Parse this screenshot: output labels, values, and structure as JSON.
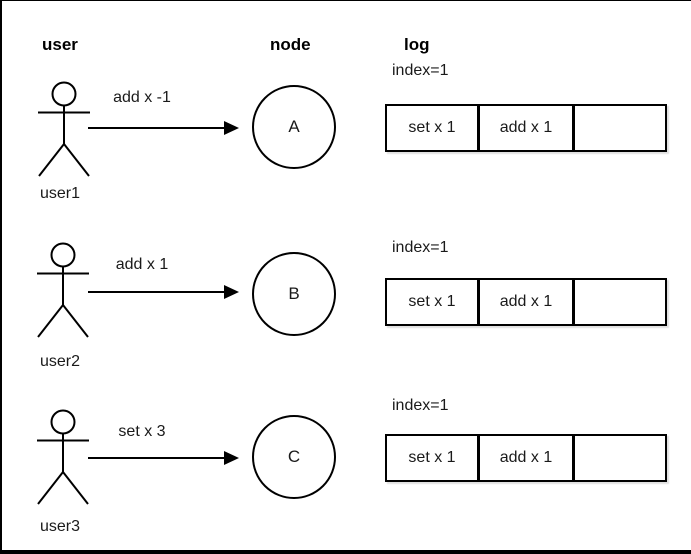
{
  "diagram": {
    "columns": {
      "user": "user",
      "node": "node",
      "log": "log"
    },
    "rows": [
      {
        "user": "user1",
        "message": "add x -1",
        "node": "A",
        "log_index": "index=1",
        "log_cells": [
          "set x 1",
          "add x 1",
          ""
        ]
      },
      {
        "user": "user2",
        "message": "add x 1",
        "node": "B",
        "log_index": "index=1",
        "log_cells": [
          "set x 1",
          "add x 1",
          ""
        ]
      },
      {
        "user": "user3",
        "message": "set x 3",
        "node": "C",
        "log_index": "index=1",
        "log_cells": [
          "set x 1",
          "add x 1",
          ""
        ]
      }
    ],
    "colors": {
      "stroke": "#000000",
      "background": "#ffffff",
      "text": "#1a1a1a"
    }
  }
}
